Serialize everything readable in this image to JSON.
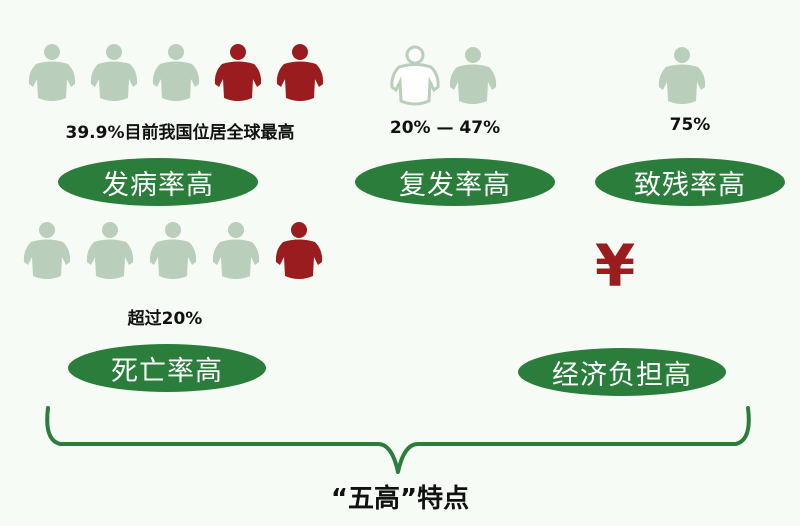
{
  "colors": {
    "background": "#f6fbf5",
    "pill": "#2a7d3a",
    "person_gray": "#b9cebb",
    "person_red": "#9b1c1f",
    "person_white": "#ffffff",
    "yen": "#9b1c1f"
  },
  "morbidity": {
    "stat": "39.9%目前我国位居全球最高",
    "label": "发病率高",
    "people": [
      "gray",
      "gray",
      "gray",
      "red",
      "red"
    ]
  },
  "recurrence": {
    "stat": "20% — 47%",
    "label": "复发率高",
    "people": [
      "white",
      "gray"
    ]
  },
  "disability": {
    "stat": "75%",
    "label": "致残率高",
    "people": [
      "gray"
    ]
  },
  "mortality": {
    "stat": "超过20%",
    "label": "死亡率高",
    "people": [
      "gray",
      "gray",
      "gray",
      "gray",
      "red"
    ]
  },
  "economic": {
    "symbol": "¥",
    "label": "经济负担高"
  },
  "summary": {
    "caption": "“五高”特点"
  }
}
